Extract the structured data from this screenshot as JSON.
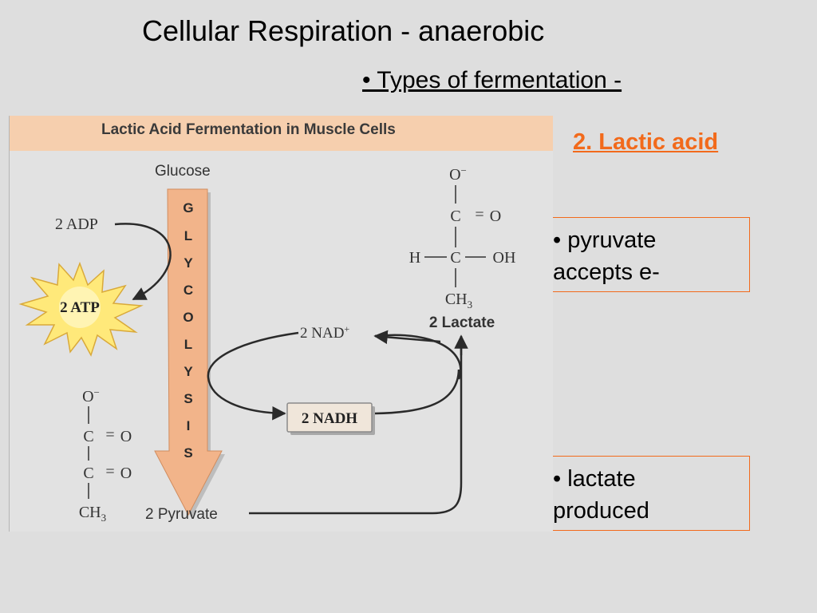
{
  "slide": {
    "title": "Cellular Respiration - anaerobic",
    "subtitle": "• Types of fermentation -",
    "section_label": "2. Lactic acid"
  },
  "notes": [
    {
      "line1": "• pyruvate",
      "line2": "accepts e-"
    },
    {
      "line1": "• lactate",
      "line2": "produced"
    }
  ],
  "figure": {
    "header": "Lactic Acid Fermentation in Muscle Cells",
    "glucose": "Glucose",
    "glycolysis_letters": [
      "G",
      "L",
      "Y",
      "C",
      "O",
      "L",
      "Y",
      "S",
      "I",
      "S"
    ],
    "adp": "2 ADP",
    "atp": "2 ATP",
    "nad": "2 NAD",
    "nad_sup": "+",
    "nadh": "2 NADH",
    "pyruvate_label": "2 Pyruvate",
    "lactate_label": "2 Lactate",
    "pyruvate_structure": {
      "o_minus": "O",
      "o_minus_sup": "−",
      "c1": "C",
      "eq1": "=",
      "o1": "O",
      "c2": "C",
      "eq2": "=",
      "o2": "O",
      "ch3": "CH",
      "ch3_sub": "3"
    },
    "lactate_structure": {
      "o_minus": "O",
      "o_minus_sup": "−",
      "c1": "C",
      "eq1": "=",
      "o1": "O",
      "h": "H",
      "c2": "C",
      "oh": "OH",
      "ch3": "CH",
      "ch3_sub": "3"
    }
  },
  "colors": {
    "background": "#dedede",
    "accent_orange": "#f26a1b",
    "header_band": "#f6cfae",
    "glycolysis_arrow": "#f2b48a",
    "atp_star": "#ffe97a"
  }
}
